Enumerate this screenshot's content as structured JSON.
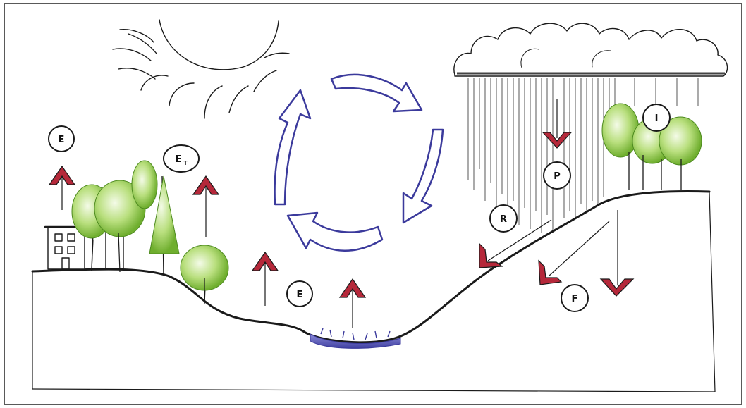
{
  "labels": {
    "evaporation_left": "E",
    "evapotranspiration_main": "E",
    "evapotranspiration_sub": "T",
    "evaporation_center": "E",
    "interception": "I",
    "precipitation": "P",
    "runoff": "R",
    "infiltration": "F"
  },
  "colors": {
    "flux_arrow": "#b5283a",
    "cycle_arrow": "#3b3a9c",
    "water": "#5a5ab8",
    "foliage": "#8cc63f",
    "frame": "#222222"
  },
  "icons": {
    "sun": "sun-icon",
    "cloud": "cloud-icon",
    "house": "house-icon",
    "tree": "tree-icon",
    "pond": "pond-icon"
  }
}
